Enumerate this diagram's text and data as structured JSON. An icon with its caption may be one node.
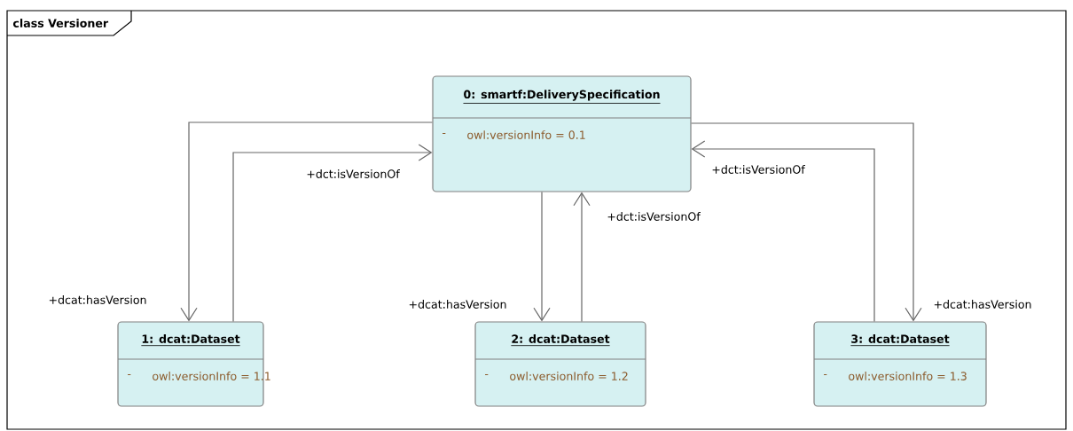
{
  "diagram": {
    "nodes": [
      {
        "text": [
          "class Versioner"
        ]
      },
      {
        "text": [
          "0: smartf:DeliverySpecification",
          "-",
          "owl:versionInfo = 0.1"
        ],
        "in": 0
      },
      {
        "text": [
          "1: dcat:Dataset",
          "-",
          "owl:versionInfo = 1.1"
        ],
        "in": 0
      },
      {
        "text": [
          "2: dcat:Dataset",
          "-",
          "owl:versionInfo = 1.2"
        ],
        "in": 0
      },
      {
        "text": [
          "3: dcat:Dataset",
          "-",
          "owl:versionInfo = 1.3"
        ],
        "in": 0
      }
    ],
    "edges": [
      {
        "from": 1,
        "to": 2,
        "arrow": "to",
        "label": "+dcat:hasVersion"
      },
      {
        "from": 2,
        "to": 1,
        "arrow": "to",
        "label": "+dct:isVersionOf"
      },
      {
        "from": 1,
        "to": 3,
        "arrow": "to",
        "label": "+dcat:hasVersion"
      },
      {
        "from": 3,
        "to": 1,
        "arrow": "to",
        "label": "+dct:isVersionOf"
      },
      {
        "from": 1,
        "to": 4,
        "arrow": "to",
        "label": "+dcat:hasVersion"
      },
      {
        "from": 4,
        "to": 1,
        "arrow": "to",
        "label": "+dct:isVersionOf"
      }
    ]
  }
}
